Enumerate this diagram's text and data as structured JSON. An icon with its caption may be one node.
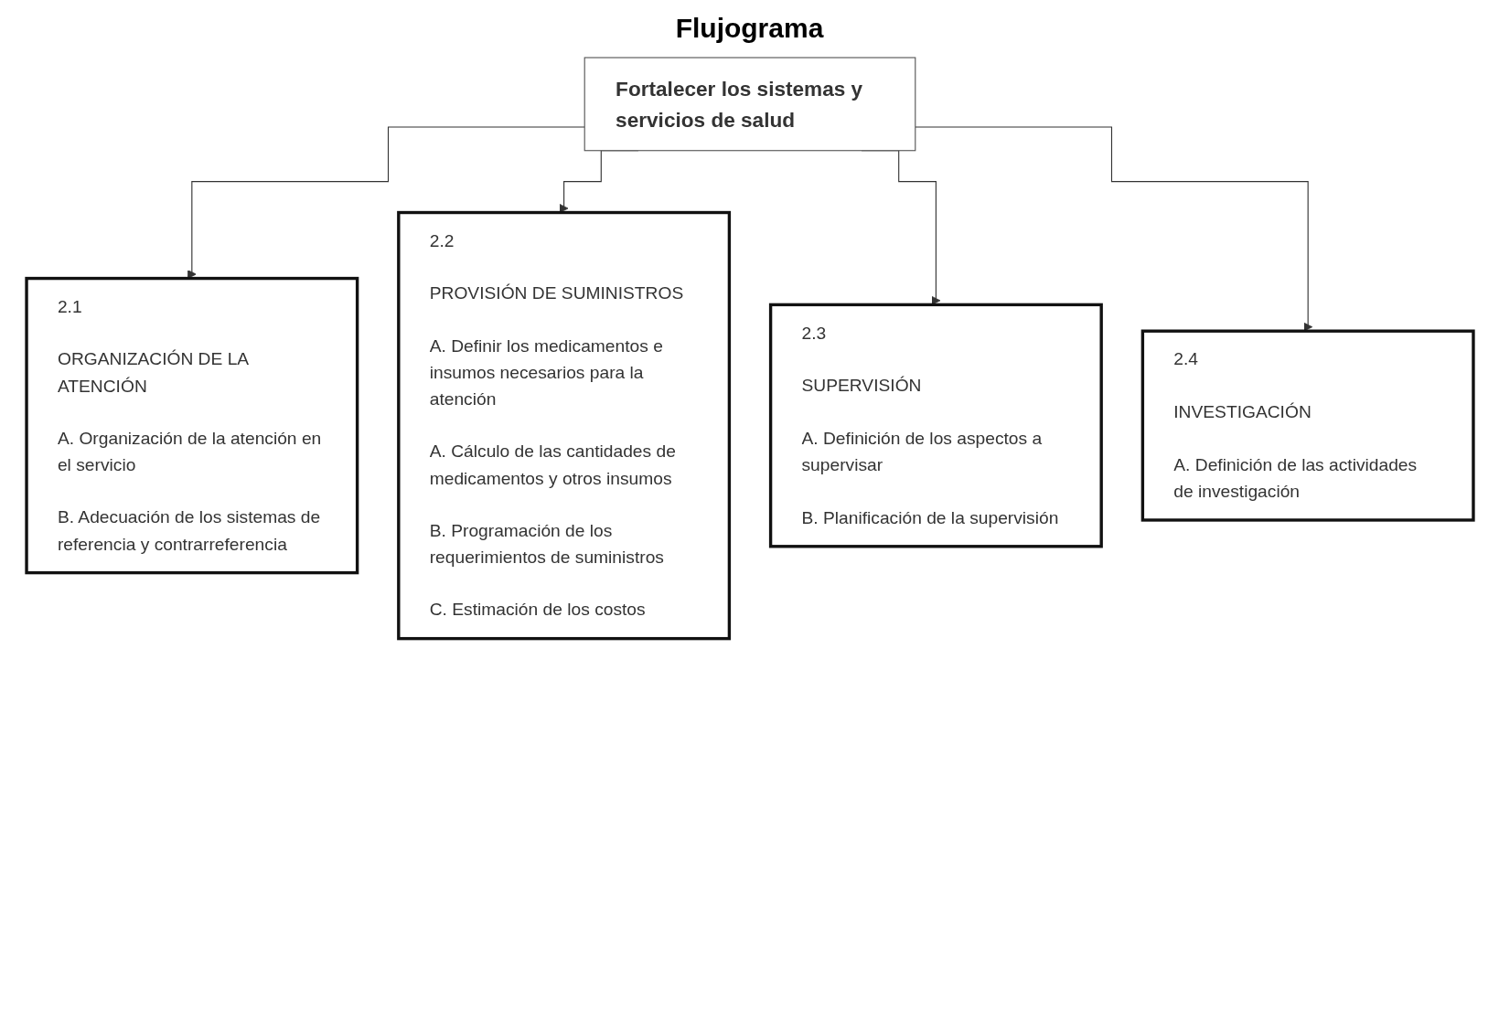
{
  "diagram": {
    "title": "Flujograma",
    "nodes": [
      {
        "text": [
          "Fortalecer los sistemas y servicios de salud"
        ]
      },
      {
        "text": [
          "2.1",
          "ORGANIZACIÓN DE LA ATENCIÓN",
          "A. Organización de la atención en el servicio",
          "B. Adecuación de los sistemas de referencia y contrarreferencia"
        ]
      },
      {
        "text": [
          "2.2",
          "PROVISIÓN DE SUMINISTROS",
          "A. Definir los medicamentos e insumos necesarios para la atención",
          "A. Cálculo de las cantidades de medicamentos y otros insumos",
          "B. Programación de los requerimientos de suministros",
          "C. Estimación de los costos"
        ]
      },
      {
        "text": [
          "2.3",
          "SUPERVISIÓN",
          "A. Definición de los aspectos a supervisar",
          "B. Planificación de la supervisión"
        ]
      },
      {
        "text": [
          "2.4",
          "INVESTIGACIÓN",
          "A. Definición de las actividades de investigación"
        ]
      }
    ],
    "edges": [
      {
        "from": 0,
        "to": 1,
        "arrow": "to"
      },
      {
        "from": 0,
        "to": 2,
        "arrow": "to"
      },
      {
        "from": 0,
        "to": 3,
        "arrow": "to"
      },
      {
        "from": 0,
        "to": 4,
        "arrow": "to"
      }
    ]
  }
}
